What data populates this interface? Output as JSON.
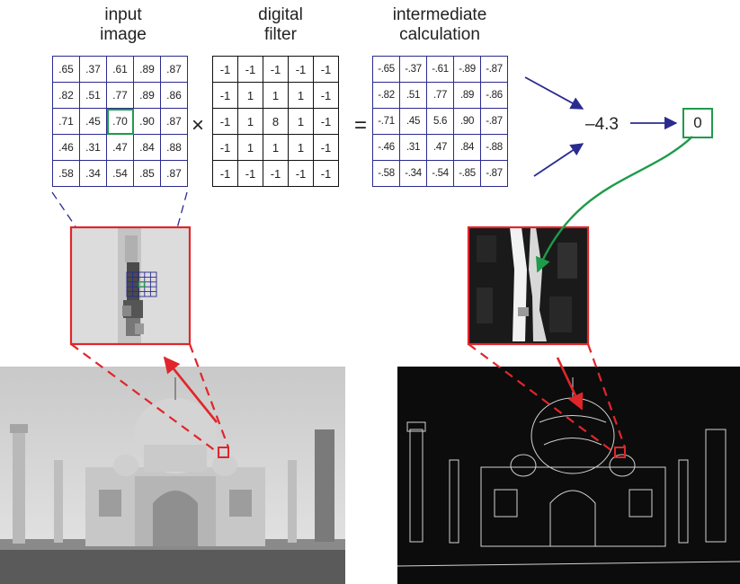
{
  "titles": {
    "input": [
      "input",
      "image"
    ],
    "filter": [
      "digital",
      "filter"
    ],
    "intermediate": [
      "intermediate",
      "calculation"
    ]
  },
  "operators": {
    "multiply": "×",
    "equals": "="
  },
  "input_matrix": [
    [
      ".65",
      ".37",
      ".61",
      ".89",
      ".87"
    ],
    [
      ".82",
      ".51",
      ".77",
      ".89",
      ".86"
    ],
    [
      ".71",
      ".45",
      ".70",
      ".90",
      ".87"
    ],
    [
      ".46",
      ".31",
      ".47",
      ".84",
      ".88"
    ],
    [
      ".58",
      ".34",
      ".54",
      ".85",
      ".87"
    ]
  ],
  "filter_matrix": [
    [
      "-1",
      "-1",
      "-1",
      "-1",
      "-1"
    ],
    [
      "-1",
      "1",
      "1",
      "1",
      "-1"
    ],
    [
      "-1",
      "1",
      "8",
      "1",
      "-1"
    ],
    [
      "-1",
      "1",
      "1",
      "1",
      "-1"
    ],
    [
      "-1",
      "-1",
      "-1",
      "-1",
      "-1"
    ]
  ],
  "intermediate_matrix": [
    [
      "-.65",
      "-.37",
      "-.61",
      "-.89",
      "-.87"
    ],
    [
      "-.82",
      ".51",
      ".77",
      ".89",
      "-.86"
    ],
    [
      "-.71",
      ".45",
      "5.6",
      ".90",
      "-.87"
    ],
    [
      "-.46",
      ".31",
      ".47",
      ".84",
      "-.88"
    ],
    [
      "-.58",
      "-.34",
      "-.54",
      "-.85",
      "-.87"
    ]
  ],
  "sum_value": "–4.3",
  "output_value": "0",
  "colors": {
    "green": "#1e9b4a",
    "red": "#e0262b",
    "navy": "#2b2b8f"
  }
}
